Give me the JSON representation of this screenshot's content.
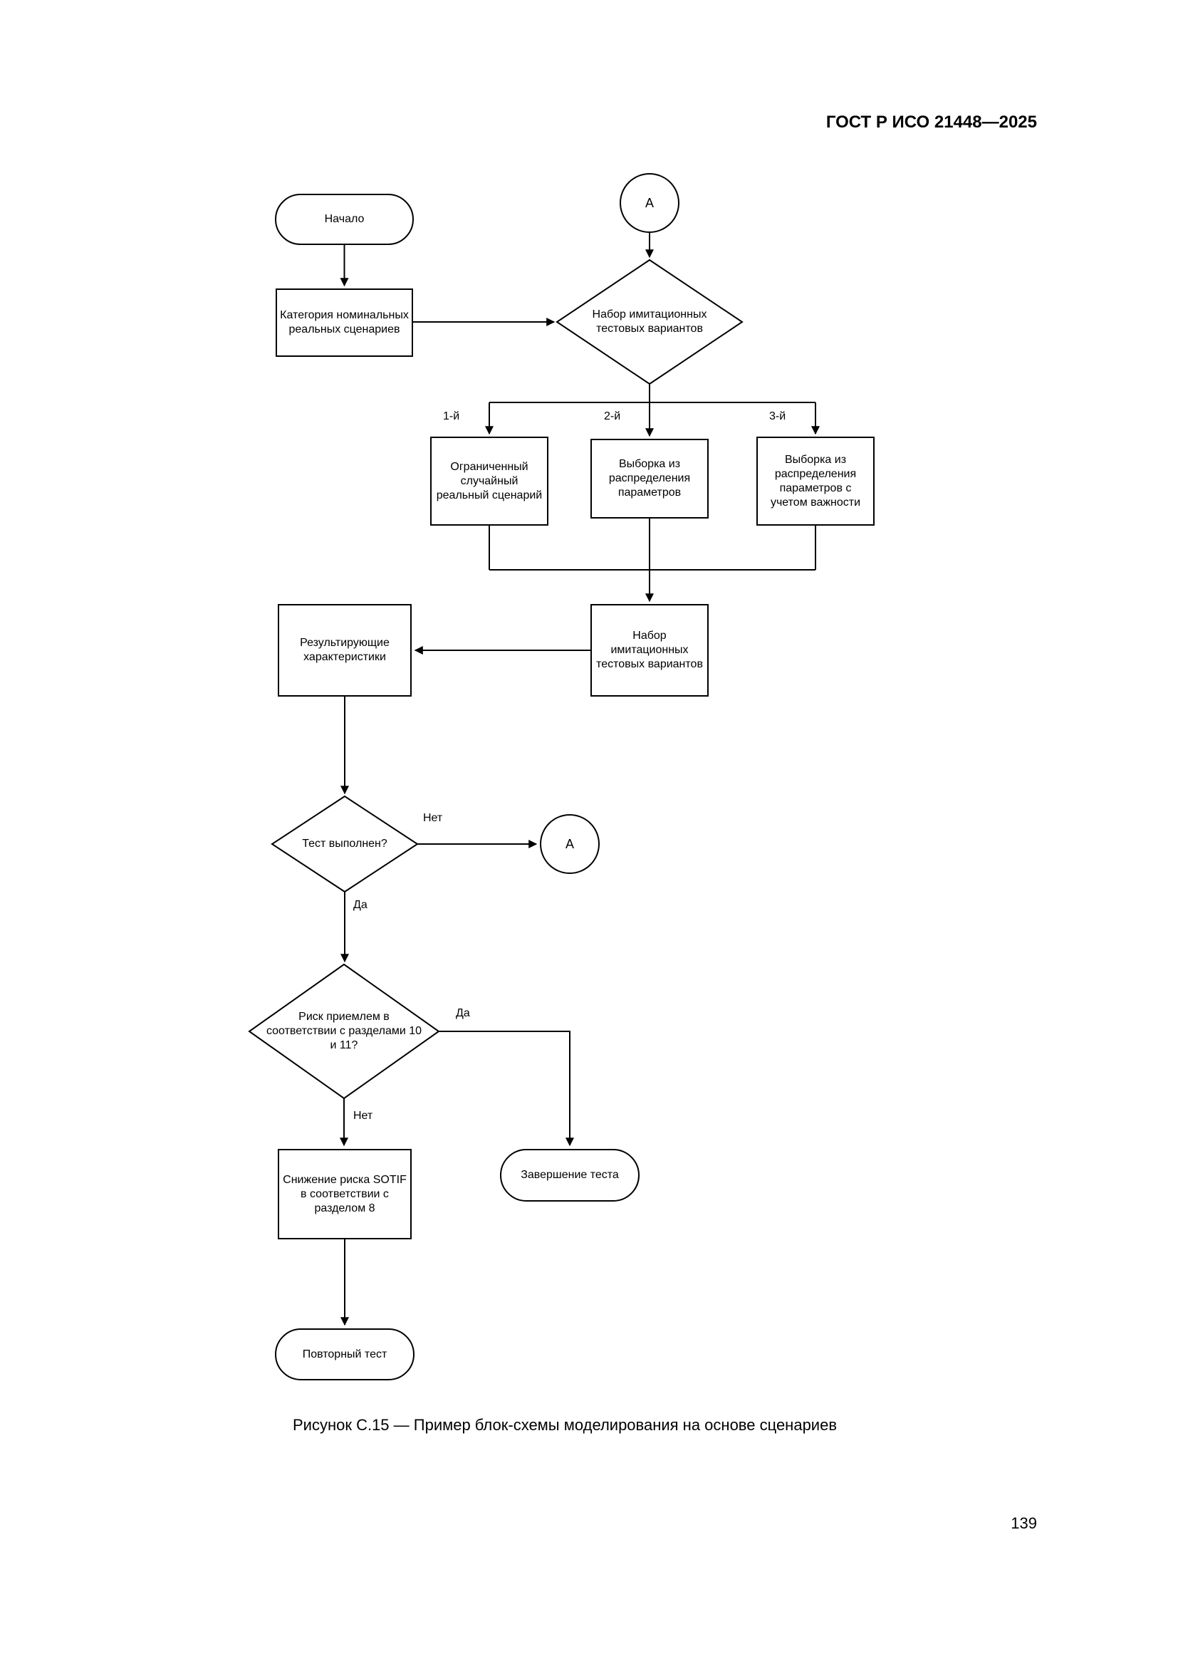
{
  "page": {
    "header_title": "ГОСТ Р ИСО 21448—2025",
    "caption": "Рисунок С.15 — Пример блок-схемы моделирования на основе сценариев",
    "page_number": "139"
  },
  "flowchart": {
    "nodes": {
      "start": "Начало",
      "connector_a_top": "A",
      "category": "Категория номинальных реальных сценариев",
      "sim_variants_decision": "Набор имитационных тестовых вариантов",
      "limited_random_scenario": "Ограниченный случайный реальный сценарий",
      "parameter_distribution_sampling": "Выборка из распределения параметров",
      "importance_sampling": "Выборка из распределения параметров с учетом важности",
      "sim_variants_set": "Набор имитационных тестовых вариантов",
      "resulting_characteristics": "Результирующие характеристики",
      "test_done_question": "Тест выполнен?",
      "connector_a_mid": "A",
      "risk_acceptable_question": "Риск приемлем в соответствии с разделами 10 и 11?",
      "test_completion": "Завершение теста",
      "sotif_risk_reduction": "Снижение риска SOTIF в соответствии с разделом 8",
      "retest": "Повторный тест"
    },
    "labels": {
      "branch_1": "1-й",
      "branch_2": "2-й",
      "branch_3": "3-й",
      "test_done_no": "Нет",
      "test_done_yes": "Да",
      "risk_yes": "Да",
      "risk_no": "Нет"
    }
  }
}
